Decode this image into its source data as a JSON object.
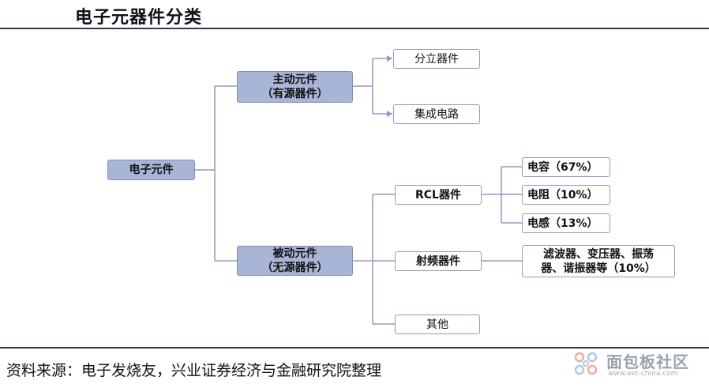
{
  "title": "电子元器件分类",
  "source": "资料来源：电子发烧友，兴业证券经济与金融研究院整理",
  "nodes": {
    "root": "电子元件",
    "active": [
      "主动元件",
      "（有源器件）"
    ],
    "passive": [
      "被动元件",
      "（无源器件）"
    ],
    "discrete": "分立器件",
    "ic": "集成电路",
    "rcl": "RCL器件",
    "rf": "射频器件",
    "other": "其他",
    "capacitor": "电容（67%）",
    "resistor": "电阻（10%）",
    "inductor": "电感（13%）",
    "rf_detail": [
      "滤波器、变压器、振荡",
      "器、谐振器等（10%）"
    ]
  },
  "watermark": {
    "text": "面包板社区",
    "url": "www.eet-china.com"
  },
  "colors": {
    "filled_box": "#a9b5d6",
    "outline_box": "#8e9bc2",
    "connector": "#8e9bc2",
    "rule": "#2c3a55"
  }
}
